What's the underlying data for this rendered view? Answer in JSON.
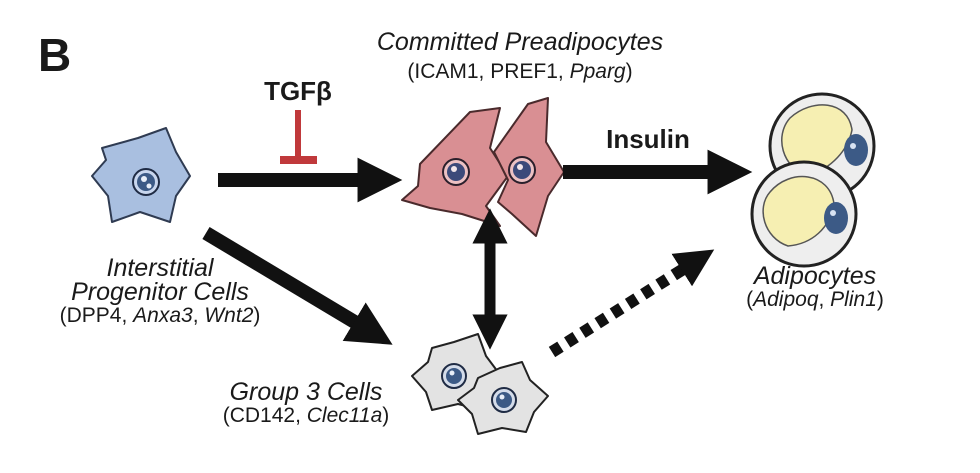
{
  "panel_label": "B",
  "committed": {
    "title": "Committed Preadipocytes",
    "markers_a": "ICAM1, PREF1, ",
    "markers_b": "Pparg",
    "open": "(",
    "close": ")"
  },
  "interstitial": {
    "line1": "Interstitial",
    "line2": "Progenitor Cells",
    "markers_a": "DPP4, ",
    "markers_b": "Anxa3",
    "sep": ", ",
    "markers_c": "Wnt2",
    "open": "(",
    "close": ")"
  },
  "group3": {
    "title": "Group 3 Cells",
    "markers_a": "CD142, ",
    "markers_b": "Clec11a",
    "open": "(",
    "close": ")"
  },
  "adipocytes": {
    "title": "Adipocytes",
    "markers_a": "Adipoq",
    "sep": ", ",
    "markers_b": "Plin1",
    "open": "(",
    "close": ")"
  },
  "inhibitor": "TGFβ",
  "activator": "Insulin",
  "colors": {
    "progenitor_fill": "#a9bfe0",
    "preadipocyte_fill": "#d98f93",
    "group3_fill": "#e3e3e3",
    "adipocyte_lipid": "#f6efb2",
    "nucleus": "#3c5a86",
    "inhibition": "#c0393b",
    "arrow": "#111111"
  }
}
